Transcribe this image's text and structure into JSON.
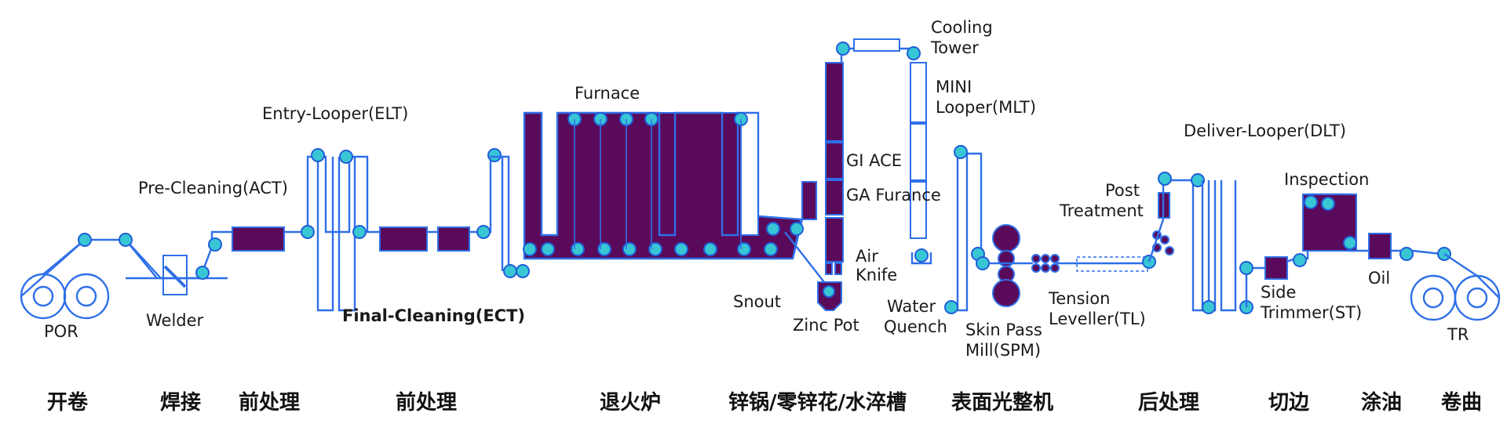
{
  "labels": {
    "cooling_tower": [
      "Cooling",
      "Tower"
    ],
    "mini_looper": [
      "MINI",
      "Looper(MLT)"
    ],
    "entry_looper": "Entry-Looper(ELT)",
    "furnace": "Furnace",
    "deliver_looper": "Deliver-Looper(DLT)",
    "pre_cleaning": "Pre-Cleaning(ACT)",
    "gi_ace": "GI ACE",
    "ga_furnace": "GA Furance",
    "post_treatment": [
      "Post",
      "Treatment"
    ],
    "inspection": "Inspection",
    "air_knife": [
      "Air",
      "Knife"
    ],
    "oil": "Oil",
    "side_trimmer": [
      "Side",
      "Trimmer(ST)"
    ],
    "snout": "Snout",
    "water_quench": [
      "Water",
      "Quench"
    ],
    "tension_leveller": [
      "Tension",
      "Leveller(TL)"
    ],
    "final_cleaning": "Final-Cleaning(ECT)",
    "welder": "Welder",
    "por": "POR",
    "zinc_pot": "Zinc Pot",
    "skin_pass": [
      "Skin Pass",
      "Mill(SPM)"
    ],
    "tr": "TR"
  },
  "stages_cn": [
    "开卷",
    "焊接",
    "前处理",
    "前处理",
    "退火炉",
    "锌锅/零锌花/水淬槽",
    "表面光整机",
    "后处理",
    "切边",
    "涂油",
    "卷曲"
  ],
  "colors": {
    "strip": "#2f6fe8",
    "roll_fill": "#39c6d4",
    "equipment_fill": "#5a0a5a"
  }
}
